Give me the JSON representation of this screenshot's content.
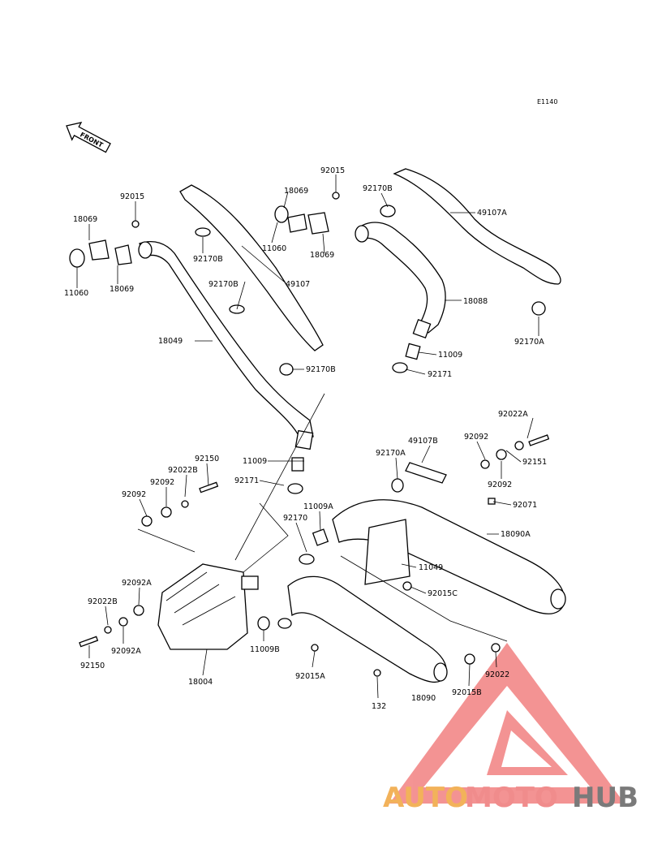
{
  "diagram": {
    "code": "E1140",
    "front_label": "FRONT",
    "labels": {
      "p92015_top": "92015",
      "p18069_tl": "18069",
      "p11060_l": "11060",
      "p18069_l": "18069",
      "p92015_l": "92015",
      "p92170b_1": "92170B",
      "p92170b_2": "92170B",
      "p49107": "49107",
      "p18049": "18049",
      "p92170b_3": "92170B",
      "p18069_c": "18069",
      "p11060_c": "11060",
      "p18069_c2": "18069",
      "p92170b_4": "92170B",
      "p49107a": "49107A",
      "p18088": "18088",
      "p92170a": "92170A",
      "p11009_r": "11009",
      "p92171_r": "92171",
      "p92022a": "92022A",
      "p49107b": "49107B",
      "p92092_r": "92092",
      "p92170a_2": "92170A",
      "p92151": "92151",
      "p92092_r2": "92092",
      "p92071": "92071",
      "p92150_l": "92150",
      "p11009_l": "11009",
      "p92022b_l": "92022B",
      "p92092_l": "92092",
      "p92092_l2": "92092",
      "p92171_l": "92171",
      "p11009a": "11009A",
      "p92170": "92170",
      "p18090a": "18090A",
      "p11049": "11049",
      "p92015c": "92015C",
      "p92092a_1": "92092A",
      "p92022b_2": "92022B",
      "p92092a_2": "92092A",
      "p92150_2": "92150",
      "p11009b": "11009B",
      "p18004": "18004",
      "p92015a": "92015A",
      "p132": "132",
      "p18090": "18090",
      "p92015b": "92015B",
      "p92022": "92022"
    }
  },
  "watermark": {
    "brand_part1": "AUTO",
    "brand_part2": "MOTO",
    "brand_part3": "HUB",
    "color_auto": "#f2b25a",
    "color_moto": "#f08c8c",
    "color_hub": "#7a7a7a",
    "triangle_color": "#f07070"
  }
}
